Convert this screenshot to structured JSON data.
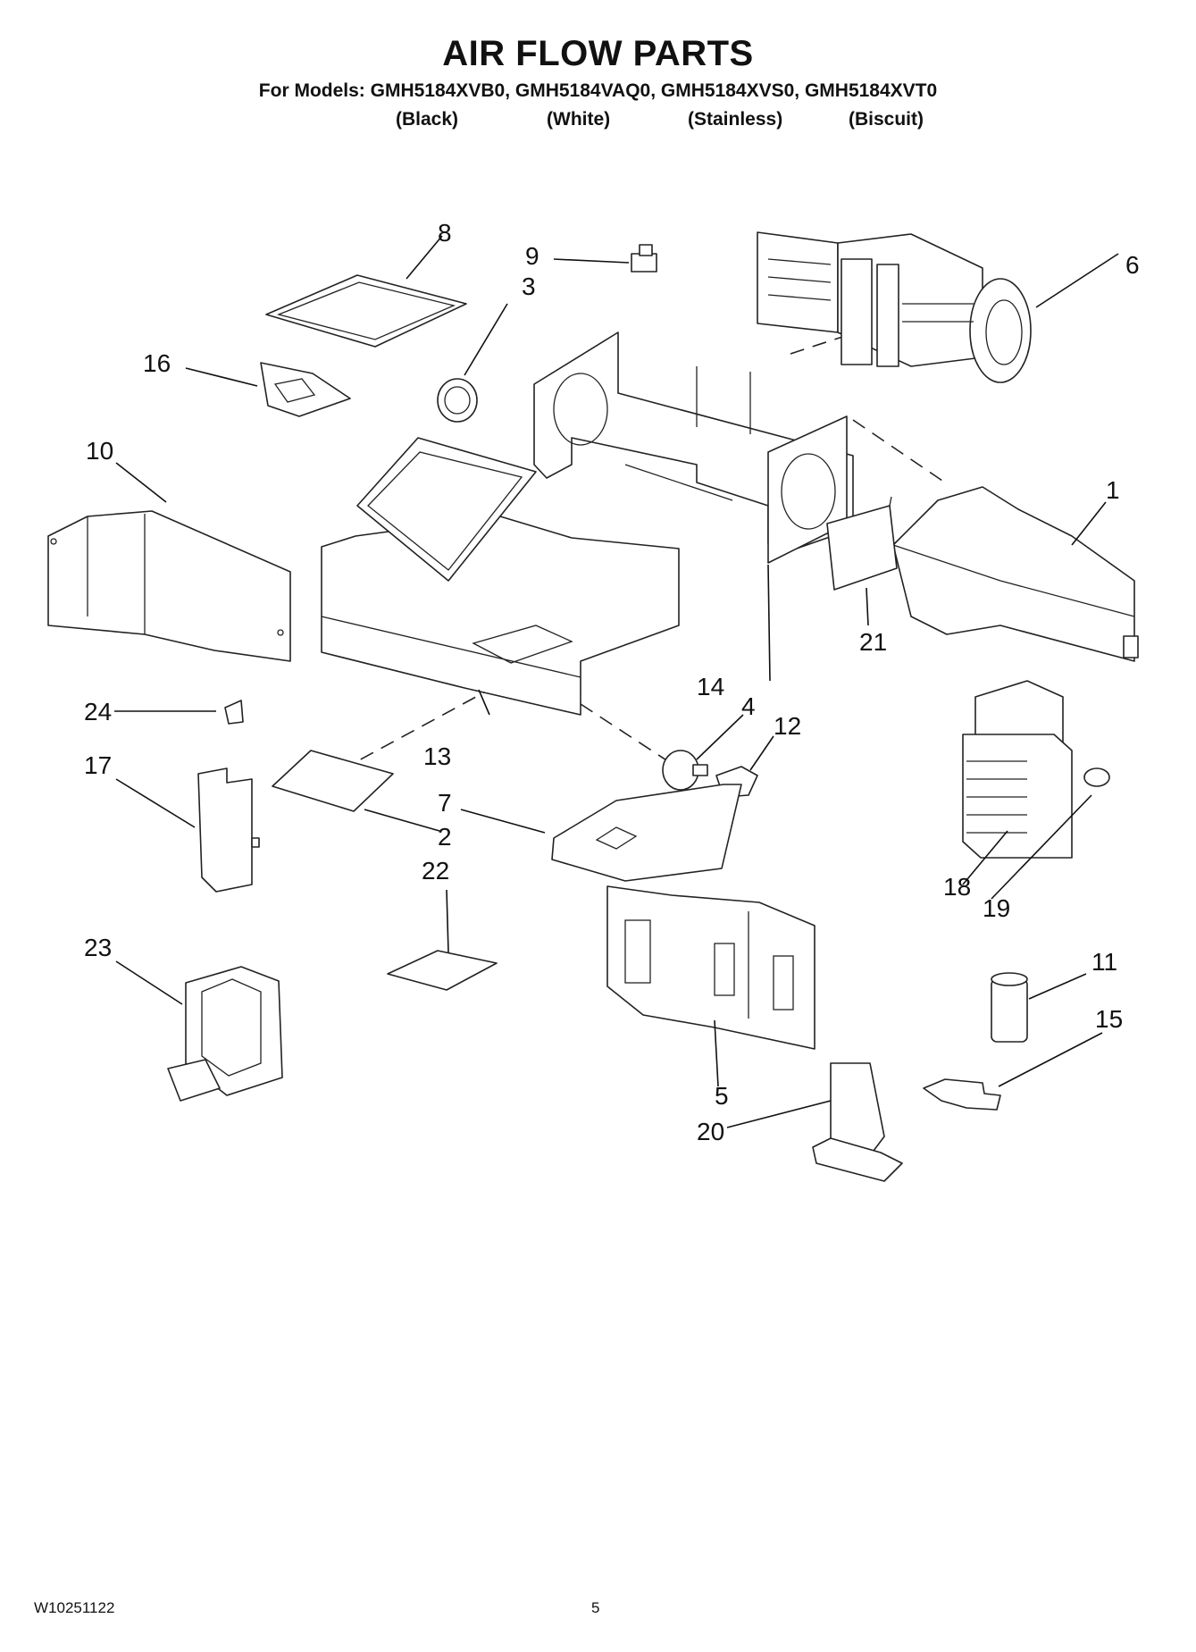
{
  "header": {
    "title": "AIR FLOW PARTS",
    "models_line": "For Models: GMH5184XVB0, GMH5184VAQ0, GMH5184XVS0, GMH5184XVT0",
    "variants": [
      "(Black)",
      "(White)",
      "(Stainless)",
      "(Biscuit)"
    ]
  },
  "callouts": {
    "c1": "1",
    "c2": "2",
    "c3": "3",
    "c4": "4",
    "c5": "5",
    "c6": "6",
    "c7": "7",
    "c8": "8",
    "c9": "9",
    "c10": "10",
    "c11": "11",
    "c12": "12",
    "c13": "13",
    "c14": "14",
    "c15": "15",
    "c16": "16",
    "c17": "17",
    "c18": "18",
    "c19": "19",
    "c20": "20",
    "c21": "21",
    "c22": "22",
    "c23": "23",
    "c24": "24"
  },
  "footer": {
    "doc_number": "W10251122",
    "page_number": "5"
  }
}
